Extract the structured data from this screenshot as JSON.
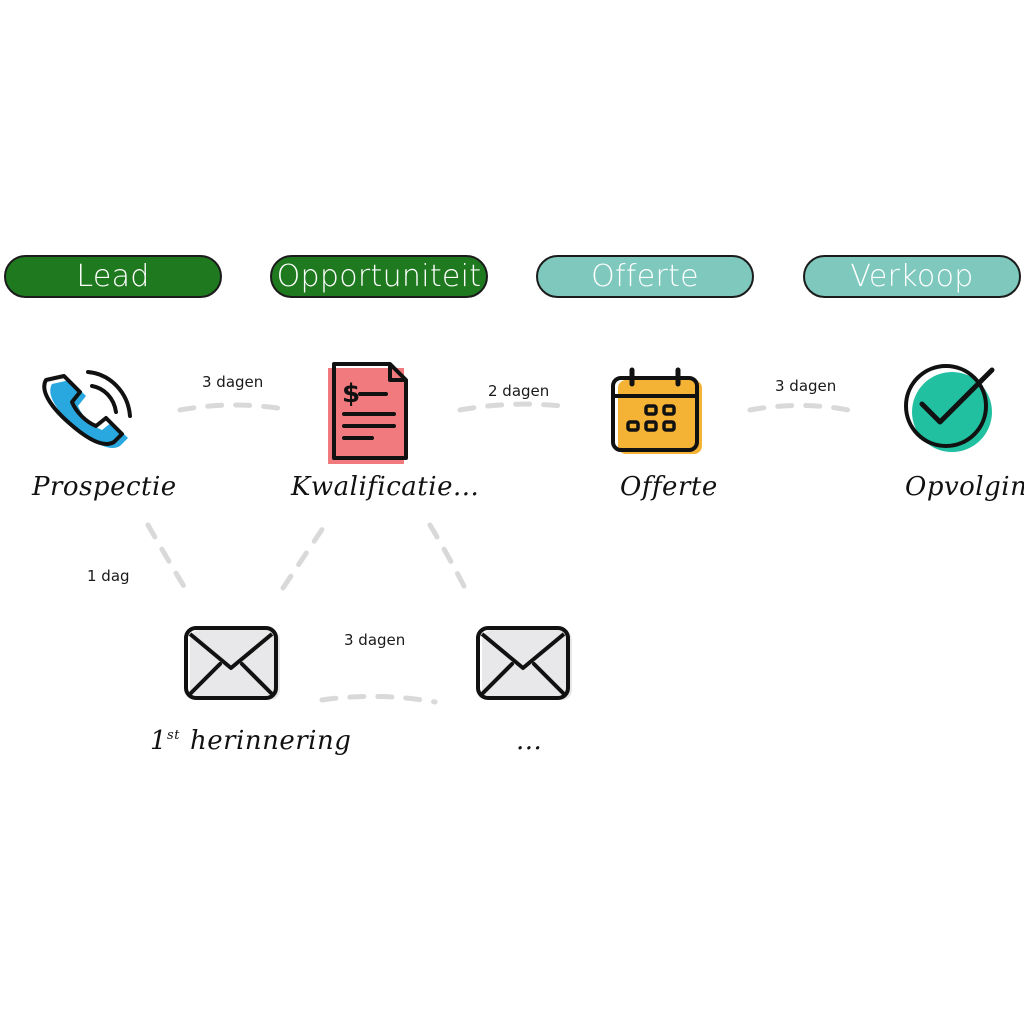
{
  "stages": [
    {
      "label": "Lead",
      "color": "#1f7a1f"
    },
    {
      "label": "Opportuniteit",
      "color": "#1f7a1f"
    },
    {
      "label": "Offerte",
      "color": "#7ec8bd"
    },
    {
      "label": "Verkoop",
      "color": "#7ec8bd"
    }
  ],
  "nodes": {
    "prospectie": {
      "label": "Prospectie",
      "icon": "phone-icon",
      "color": "#29a8e0"
    },
    "kwalificatie": {
      "label": "Kwalificatie...",
      "icon": "invoice-document-icon",
      "color": "#f07a7e"
    },
    "offerte": {
      "label": "Offerte",
      "icon": "calendar-icon",
      "color": "#f5b335"
    },
    "opvolging": {
      "label": "Opvolging",
      "icon": "check-circle-icon",
      "color": "#20c0a0"
    },
    "herinnering": {
      "label_num": "1",
      "label_sup": "st",
      "label_text": "herinnering",
      "icon": "envelope-icon"
    },
    "more": {
      "label": "...",
      "icon": "envelope-icon"
    }
  },
  "edges": [
    {
      "label": "3 dagen"
    },
    {
      "label": "2 dagen"
    },
    {
      "label": "3 dagen"
    },
    {
      "label": "1 dag"
    },
    {
      "label": "3 dagen"
    }
  ]
}
